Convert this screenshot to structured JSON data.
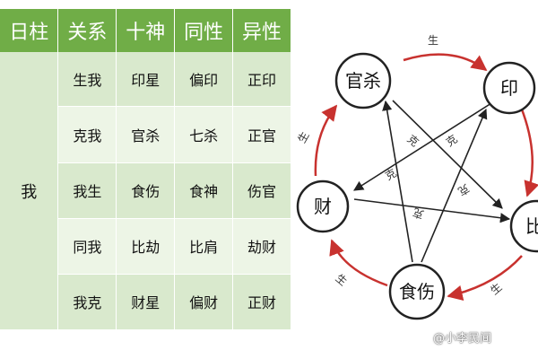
{
  "table": {
    "headers": [
      "日柱",
      "关系",
      "十神",
      "同性",
      "异性"
    ],
    "day_master": "我",
    "rows": [
      [
        "生我",
        "印星",
        "偏印",
        "正印"
      ],
      [
        "克我",
        "官杀",
        "七杀",
        "正官"
      ],
      [
        "我生",
        "食伤",
        "食神",
        "伤官"
      ],
      [
        "同我",
        "比劫",
        "比肩",
        "劫财"
      ],
      [
        "我克",
        "财星",
        "偏财",
        "正财"
      ]
    ]
  },
  "diagram": {
    "nodes": [
      "官杀",
      "印",
      "比",
      "食伤",
      "财"
    ],
    "generating_label": "生",
    "controlling_label": "克",
    "colors": {
      "generating": "#c8322f",
      "controlling": "#222222"
    }
  },
  "watermark": "@小李民间"
}
